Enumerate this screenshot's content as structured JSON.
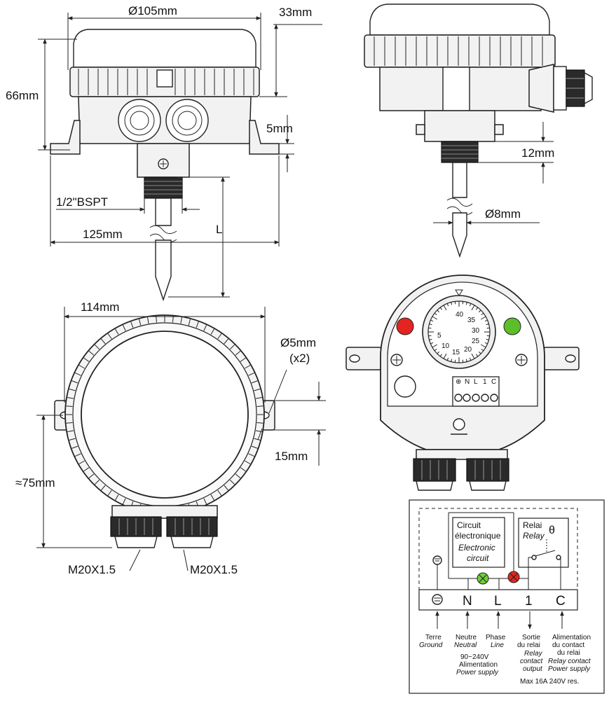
{
  "dimensions": {
    "diameter_105": "Ø105mm",
    "depth_33": "33mm",
    "height_66": "66mm",
    "offset_5": "5mm",
    "thread_bspt": "1/2\"BSPT",
    "length_125": "125mm",
    "probe_length": "L",
    "thread_12": "12mm",
    "probe_diameter_8": "Ø8mm",
    "width_114": "114mm",
    "hole_diameter_5": "Ø5mm",
    "hole_count": "(x2)",
    "offset_15": "15mm",
    "height_75": "≈75mm",
    "gland_left": "M20X1.5",
    "gland_right": "M20X1.5"
  },
  "dial": {
    "scale": [
      "40",
      "35",
      "30",
      "25",
      "20",
      "15",
      "10",
      "5"
    ],
    "indicator_colors": {
      "left": "#e32420",
      "right": "#5cbf2a"
    }
  },
  "terminal_block": {
    "labels": [
      "⊕",
      "N",
      "L",
      "1",
      "C"
    ]
  },
  "wiring": {
    "circuit_fr_1": "Circuit",
    "circuit_fr_2": "électronique",
    "circuit_en_1": "Electronic",
    "circuit_en_2": "circuit",
    "relay_fr": "Relai",
    "relay_en": "Relay",
    "theta": "θ",
    "terminals": [
      "N",
      "L",
      "1",
      "C"
    ],
    "ground_fr": "Terre",
    "ground_en": "Ground",
    "neutral_fr": "Neutre",
    "neutral_en": "Neutral",
    "phase_fr": "Phase",
    "phase_en": "Line",
    "output_fr_1": "Sortie",
    "output_fr_2": "du relai",
    "output_en_1": "Relay",
    "output_en_2": "contact",
    "output_en_3": "output",
    "supply_fr_1": "Alimentation",
    "supply_fr_2": "du contact",
    "supply_fr_3": "du relai",
    "supply_en_1": "Relay contact",
    "supply_en_2": "Power supply",
    "voltage": "90~240V",
    "power_fr": "Alimentation",
    "power_en": "Power supply",
    "max_rating": "Max 16A 240V res."
  }
}
